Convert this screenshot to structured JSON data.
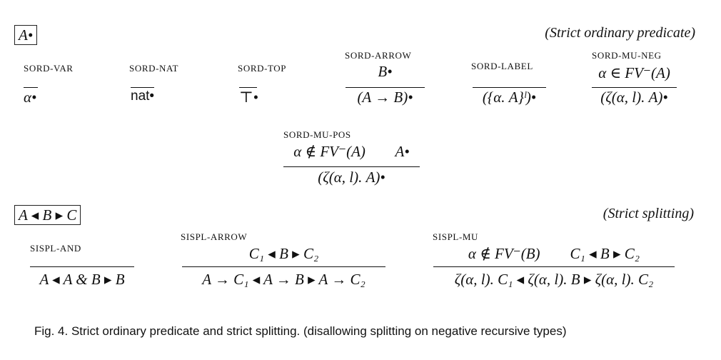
{
  "sections": [
    {
      "box": "A•",
      "title": "(Strict ordinary predicate)"
    },
    {
      "box": "A ◂ B ▸ C",
      "title": "(Strict splitting)"
    }
  ],
  "rules": {
    "sord_var": {
      "name": "SORD-VAR",
      "premise": "",
      "conclusion": "α•"
    },
    "sord_nat": {
      "name": "SORD-NAT",
      "premise": "",
      "conclusion": "nat•"
    },
    "sord_top": {
      "name": "SORD-TOP",
      "premise": "",
      "conclusion": "⊤•"
    },
    "sord_arrow": {
      "name": "SORD-ARROW",
      "premise": "B•",
      "conclusion": "(A → B)•"
    },
    "sord_label": {
      "name": "SORD-LABEL",
      "premise": "",
      "conclusion": "({α. A}ˡ)•"
    },
    "sord_mu_neg": {
      "name": "SORD-MU-NEG",
      "premise": "α ∈ FV⁻(A)",
      "conclusion": "(ζ(α, l). A)•"
    },
    "sord_mu_pos": {
      "name": "SORD-MU-POS",
      "premise": "α ∉ FV⁻(A)        A•",
      "conclusion": "(ζ(α, l). A)•"
    },
    "sispl_and": {
      "name": "SISPL-AND",
      "premise": "",
      "conclusion": "A ◂ A & B ▸ B"
    },
    "sispl_arrow": {
      "name": "SISPL-ARROW",
      "premise": "C₁ ◂ B ▸ C₂",
      "conclusion": "A → C₁ ◂ A → B ▸ A → C₂"
    },
    "sispl_mu": {
      "name": "SISPL-MU",
      "premise": "α ∉ FV⁻(B)        C₁ ◂ B ▸ C₂",
      "conclusion": "ζ(α, l). C₁ ◂ ζ(α, l). B ▸ ζ(α, l). C₂"
    }
  },
  "caption": "Fig. 4.  Strict ordinary predicate and strict splitting. (disallowing splitting on negative recursive types)"
}
